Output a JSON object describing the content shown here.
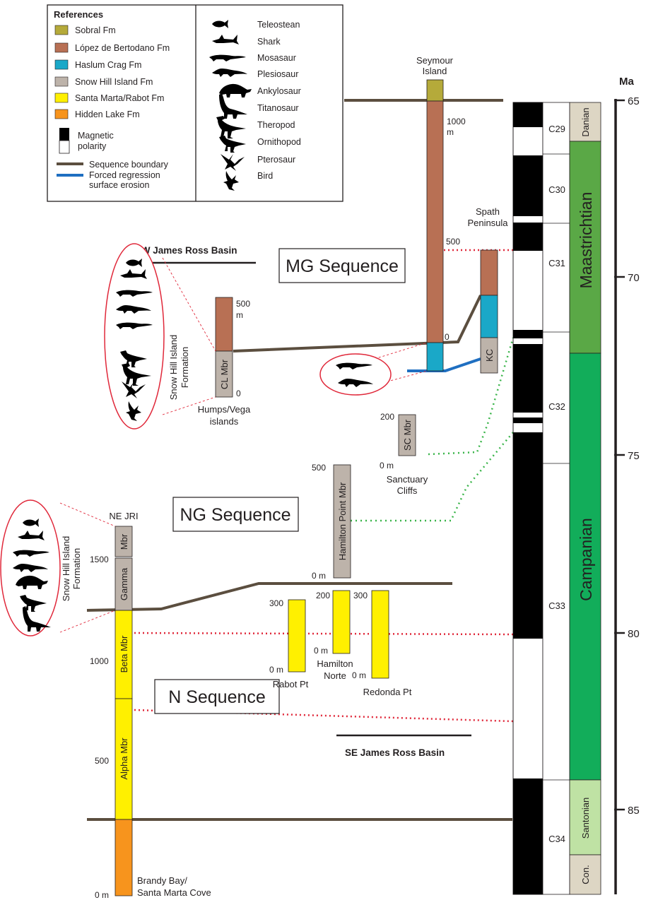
{
  "legend": {
    "title": "References",
    "formations": [
      {
        "label": "Sobral Fm",
        "color": "#b5aa3a"
      },
      {
        "label": "López de Bertodano Fm",
        "color": "#b87054"
      },
      {
        "label": "Haslum Crag Fm",
        "color": "#1aa8c8"
      },
      {
        "label": "Snow Hill Island Fm",
        "color": "#bdb3aa"
      },
      {
        "label": "Santa Marta/Rabot Fm",
        "color": "#fff000"
      },
      {
        "label": "Hidden Lake Fm",
        "color": "#f7941d"
      }
    ],
    "magnetic_polarity": "Magnetic polarity",
    "magnetic_line1": "Magnetic",
    "magnetic_line2": "polarity",
    "sequence_boundary": "Sequence boundary",
    "forced_regression_line1": "Forced regression",
    "forced_regression_line2": "surface erosion",
    "fauna": [
      "Teleostean",
      "Shark",
      "Mosasaur",
      "Plesiosaur",
      "Ankylosaur",
      "Titanosaur",
      "Theropod",
      "Ornithopod",
      "Pterosaur",
      "Bird"
    ]
  },
  "colors": {
    "boundary": "#5b4e3f",
    "erosion": "#1f6fc1",
    "red_dotted": "#e0283a",
    "green_dotted": "#3ab54a",
    "maastrichtian": "#5aa846",
    "campanian": "#12ad5a",
    "santonian": "#bfe2a4",
    "danian": "#ddd6c4",
    "coniacian": "#ddd6c4"
  },
  "sections": {
    "seymour_line1": "Seymour",
    "seymour_line2": "Island",
    "spath_line1": "Spath",
    "spath_line2": "Peninsula",
    "nw_basin": "NW James Ross Basin",
    "se_basin": "SE James Ross Basin",
    "humps_line1": "Humps/Vega",
    "humps_line2": "islands",
    "sanctuary_line1": "Sanctuary",
    "sanctuary_line2": "Cliffs",
    "ne_jri": "NE JRI",
    "brandy_line1": "Brandy Bay/",
    "brandy_line2": "Santa Marta Cove",
    "rabot": "Rabot Pt",
    "hamilton_line1": "Hamilton",
    "hamilton_line2": "Norte",
    "redonda": "Redonda Pt",
    "shi_formation_line1": "Snow Hill Island",
    "shi_formation_line2": "Formation"
  },
  "members": {
    "cl": "CL Mbr",
    "kc": "KC",
    "sc": "SC Mbr",
    "hamilton_point": "Hamilton Point Mbr",
    "mbr": "Mbr",
    "gamma": "Gamma",
    "beta": "Beta Mbr",
    "alpha": "Alpha Mbr"
  },
  "thickness_labels": {
    "seymour_1000": "1000",
    "seymour_m": "m",
    "seymour_500": "500",
    "seymour_0": "0",
    "cl_500": "500",
    "cl_m": "m",
    "cl_0": "0",
    "sc_200": "200",
    "sc_0": "0 m",
    "hp_500": "500",
    "hp_0": "0 m",
    "ne_1500": "1500",
    "ne_1000": "1000",
    "ne_500": "500",
    "ne_0": "0 m",
    "rabot_300": "300",
    "rabot_0": "0 m",
    "ham_200": "200",
    "ham_0": "0 m",
    "red_300": "300",
    "red_0": "0 m"
  },
  "sequences": {
    "mg": "MG Sequence",
    "ng": "NG Sequence",
    "n": "N Sequence"
  },
  "chrons": [
    "C29",
    "C30",
    "C31",
    "C32",
    "C33",
    "C34"
  ],
  "stages": {
    "danian": "Danian",
    "maastrichtian": "Maastrichtian",
    "campanian": "Campanian",
    "santonian": "Santonian",
    "coniacian": "Con."
  },
  "age_scale": {
    "unit": "Ma",
    "ticks": [
      "65",
      "70",
      "75",
      "80",
      "85"
    ]
  }
}
